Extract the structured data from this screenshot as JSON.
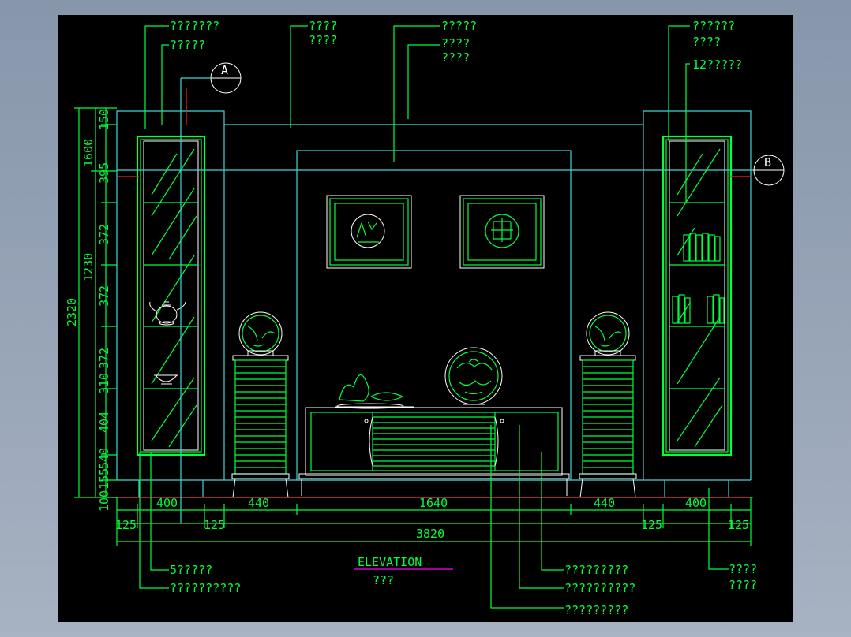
{
  "colors": {
    "background": "#000000",
    "border_outer": "#8e9cb0",
    "cyan": "#3fd6d6",
    "green": "#00ff3c",
    "red": "#ff2020",
    "magenta": "#ff00ff",
    "white": "#ffffff"
  },
  "title": {
    "main": "ELEVATION",
    "sub": "???"
  },
  "callouts": {
    "top_left_1": "???????",
    "top_left_2": "?????",
    "top_mid_1a": "????",
    "top_mid_1b": "????",
    "top_mid_2": "?????",
    "top_mid_3a": "????",
    "top_mid_3b": "????",
    "top_right_1a": "??????",
    "top_right_1b": "????",
    "top_right_2": "12?????",
    "bottom_left_1": "5?????",
    "bottom_left_2": "??????????",
    "bottom_mid_1": "?????????",
    "bottom_mid_2": "??????????",
    "bottom_mid_3": "?????????",
    "bottom_right_a": "????",
    "bottom_right_b": "????"
  },
  "section_markers": {
    "a": "A",
    "b": "B"
  },
  "dims_left": {
    "overall": "2320",
    "d1600": "1600",
    "d1230": "1230",
    "d150": "150",
    "d395": "395",
    "d372a": "372",
    "d372b": "372",
    "d372c": "372",
    "d310": "310",
    "d404": "404",
    "d540": "540",
    "d155": "155",
    "d100": "100"
  },
  "dims_bottom": {
    "w400a": "400",
    "w440a": "440",
    "w1640": "1640",
    "w440b": "440",
    "w400b": "400",
    "w125a": "125",
    "w125b": "125",
    "w125c": "125",
    "w125d": "125",
    "w3820": "3820"
  }
}
